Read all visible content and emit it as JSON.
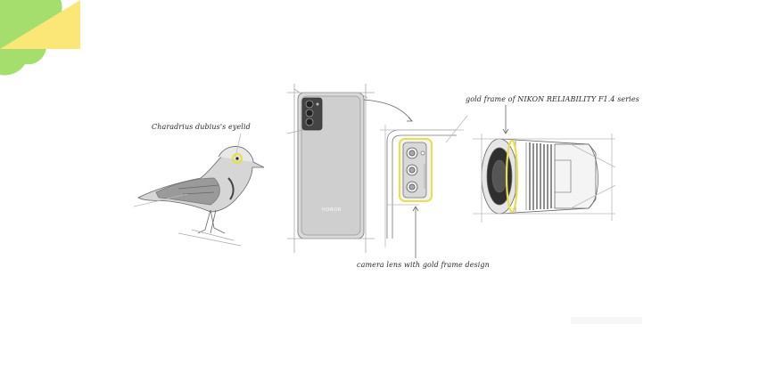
{
  "labels": {
    "eyelid": "Charadrius dubius's eyelid",
    "gold_frame": "gold frame of NIKON RELIABILITY F1.4 series",
    "camera_lens": "camera lens with gold frame design"
  },
  "phone": {
    "brand": "HONOR"
  },
  "colors": {
    "accent_yellow": "#e8e04a",
    "corner_green": "#a6de6e",
    "corner_yellow": "#fbe678",
    "sketch": "#555555"
  }
}
